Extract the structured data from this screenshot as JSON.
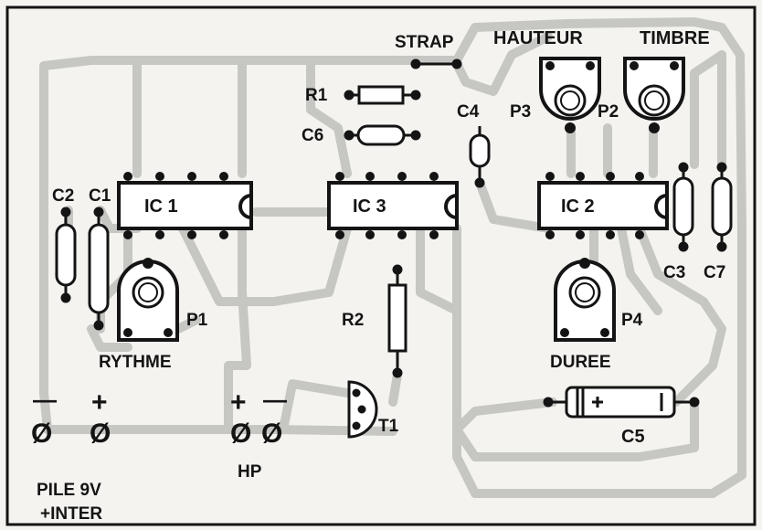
{
  "labels": {
    "strap": "STRAP",
    "hauteur": "HAUTEUR",
    "timbre": "TIMBRE",
    "r1": "R1",
    "c6": "C6",
    "c4": "C4",
    "p3": "P3",
    "p2": "P2",
    "c2": "C2",
    "c1": "C1",
    "ic1": "IC 1",
    "ic3": "IC 3",
    "ic2": "IC 2",
    "c3": "C3",
    "c7": "C7",
    "p1": "P1",
    "rythme": "RYTHME",
    "r2": "R2",
    "p4": "P4",
    "duree": "DUREE",
    "minus_pile": "—",
    "plus_pile": "+",
    "plus_hp": "+",
    "minus_hp": "—",
    "t1": "T1",
    "c5": "C5",
    "hp": "HP",
    "pile_line1": "PILE 9V",
    "pile_line2": "+INTER",
    "screw_symbol": "Ø"
  },
  "colors": {
    "paper": "#f4f3ef",
    "ink": "#141414",
    "track": "#c6c6c3"
  }
}
